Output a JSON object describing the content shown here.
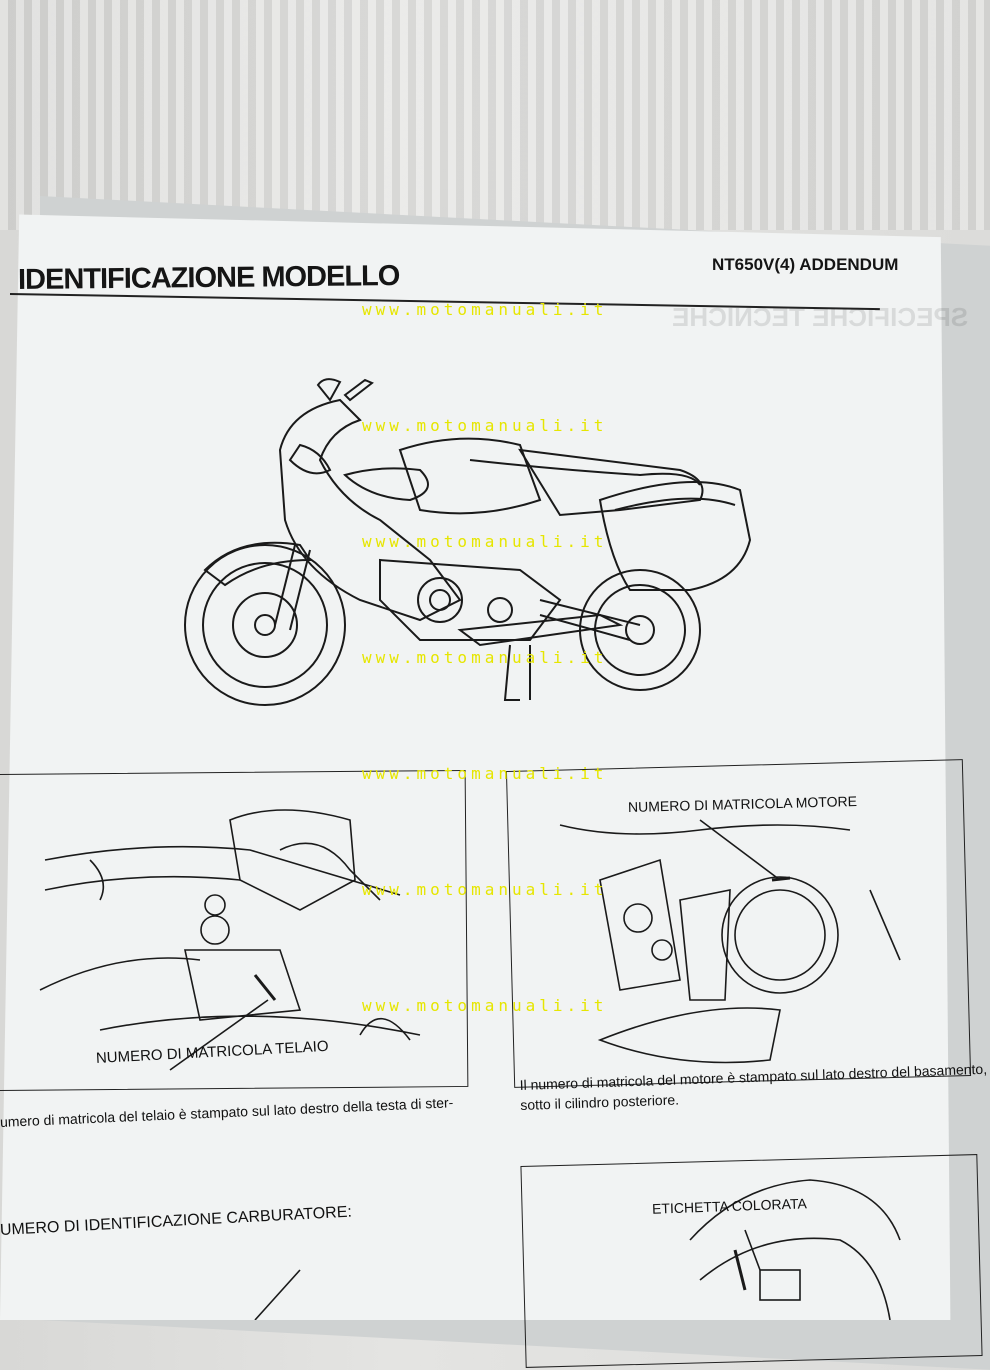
{
  "page": {
    "title": "IDENTIFICAZIONE MODELLO",
    "header_right": "NT650V(4) ADDENDUM",
    "watermark": "www.motomanuali.it"
  },
  "figures": {
    "frame": {
      "label": "NUMERO DI MATRICOLA TELAIO",
      "caption_line1": "umero di matricola del telaio è stampato sul lato destro della testa di ster-"
    },
    "engine": {
      "label": "NUMERO DI MATRICOLA MOTORE",
      "caption_line1": "Il numero di matricola del motore è stampato sul lato destro del basamento,",
      "caption_line2": "sotto il cilindro posteriore."
    },
    "carburetor": {
      "label": "UMERO DI IDENTIFICAZIONE CARBURATORE:"
    },
    "color_label": {
      "label": "ETICHETTA COLORATA"
    }
  }
}
